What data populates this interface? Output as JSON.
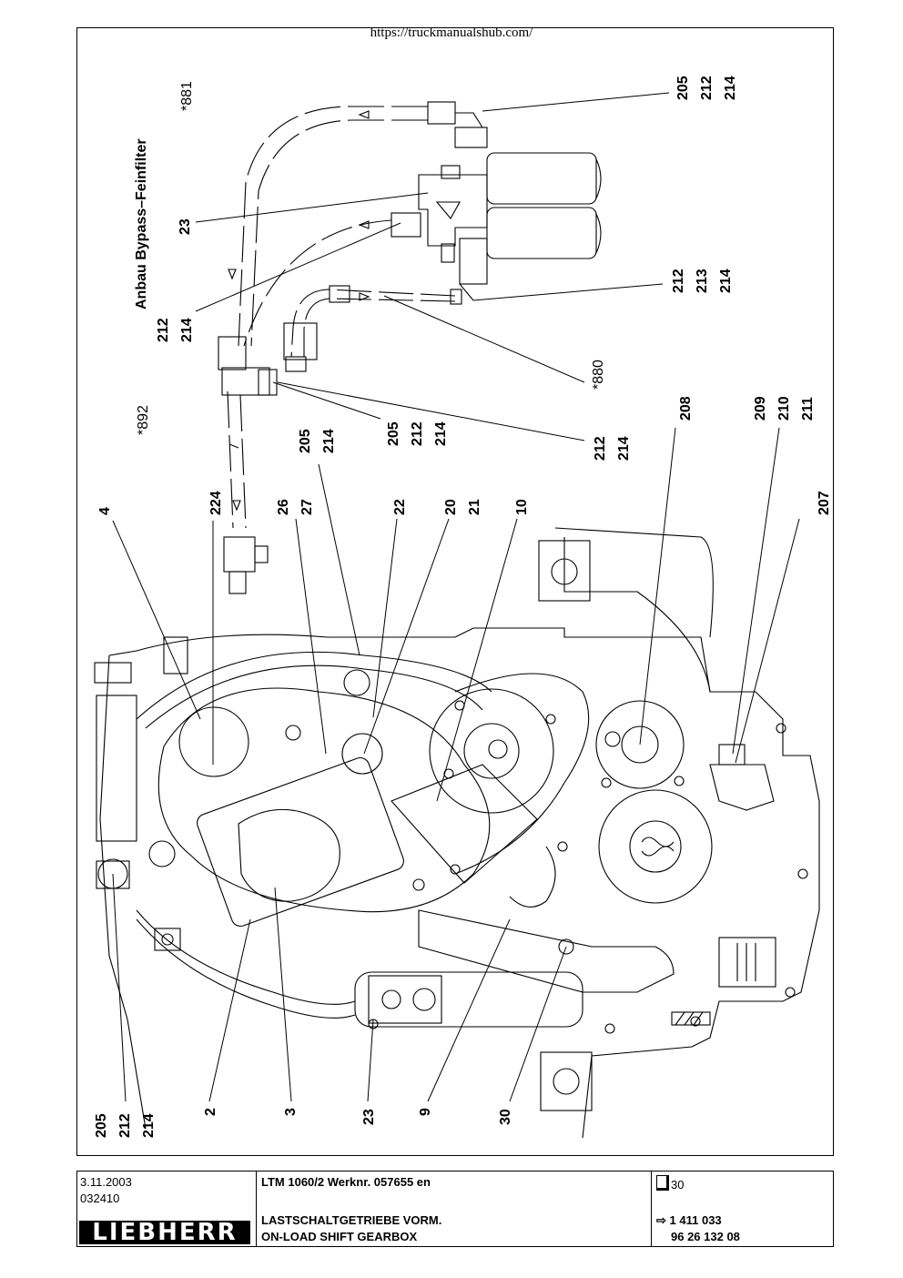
{
  "header": {
    "url": "https://truckmanualshub.com/"
  },
  "drawing": {
    "title": "Anbau  Bypass–Feinfilter",
    "annotations": {
      "a881": "*881",
      "a880": "*880",
      "a892": "*892"
    },
    "callouts": {
      "c_205_212_214_top": [
        "205",
        "212",
        "214"
      ],
      "c_212_213_214": [
        "212",
        "213",
        "214"
      ],
      "c_23_top": [
        "23"
      ],
      "c_212_214_left": [
        "212",
        "214"
      ],
      "c_212_214_mid": [
        "212",
        "214"
      ],
      "c_205_212_214_mid": [
        "205",
        "212",
        "214"
      ],
      "c_205_214": [
        "205",
        "214"
      ],
      "c_208": [
        "208"
      ],
      "c_209_210_211": [
        "209",
        "210",
        "211"
      ],
      "c_207": [
        "207"
      ],
      "c_4": [
        "4"
      ],
      "c_224": [
        "224"
      ],
      "c_26_27": [
        "26",
        "27"
      ],
      "c_22": [
        "22"
      ],
      "c_20_21": [
        "20",
        "21"
      ],
      "c_10": [
        "10"
      ],
      "c_205_212_214_bottom": [
        "205",
        "212",
        "214"
      ],
      "c_2": [
        "2"
      ],
      "c_3": [
        "3"
      ],
      "c_23_bottom": [
        "23"
      ],
      "c_9": [
        "9"
      ],
      "c_30": [
        "30"
      ]
    }
  },
  "titleblock": {
    "date": "3.11.2003",
    "code": "032410",
    "logo": "LIEBHERR",
    "model": "LTM 1060/2 Werknr. 057655 en",
    "title_de": "LASTSCHALTGETRIEBE VORM.",
    "title_en": "ON-LOAD SHIFT GEARBOX",
    "page": "30",
    "ref_arrow": "⇨",
    "ref1": "1 411 033",
    "ref2": "96 26 132 08"
  }
}
